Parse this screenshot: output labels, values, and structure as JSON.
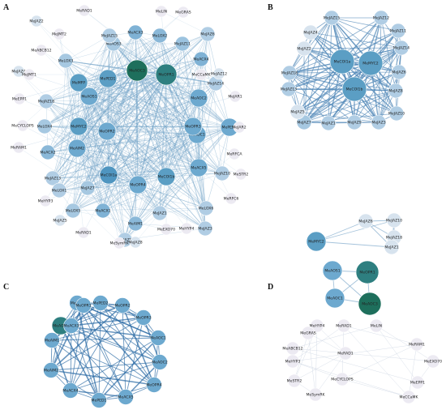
{
  "panels": [
    {
      "letter": "A",
      "nodes": [
        {
          "label": "MeAOC3",
          "color": "#1e6f5c",
          "tier": 3
        },
        {
          "label": "MeOPR1",
          "color": "#2e7f80",
          "tier": 3
        },
        {
          "label": "MePED1",
          "color": "#5b9ec4",
          "tier": 2
        },
        {
          "label": "MeMFP",
          "color": "#5b9ec4",
          "tier": 2
        },
        {
          "label": "MeAOS1",
          "color": "#6da9cf",
          "tier": 2
        },
        {
          "label": "MeMYC2",
          "color": "#5b9ec4",
          "tier": 2
        },
        {
          "label": "MeOPR2",
          "color": "#6da9cf",
          "tier": 2
        },
        {
          "label": "MeAIM2",
          "color": "#6da9cf",
          "tier": 2
        },
        {
          "label": "MeCOI1a",
          "color": "#4f95c0",
          "tier": 2
        },
        {
          "label": "MeOPR4",
          "color": "#6da9cf",
          "tier": 2
        },
        {
          "label": "MeCOI1b",
          "color": "#5b9ec4",
          "tier": 2
        },
        {
          "label": "MeACX5",
          "color": "#6da9cf",
          "tier": 2
        },
        {
          "label": "MeAOC1",
          "color": "#6da9cf",
          "tier": 2
        },
        {
          "label": "MeOPR3",
          "color": "#6da9cf",
          "tier": 2
        },
        {
          "label": "MePED2",
          "color": "#6da9cf",
          "tier": 2
        },
        {
          "label": "MeAOC2",
          "color": "#6da9cf",
          "tier": 2
        },
        {
          "label": "MeACX4",
          "color": "#7fb2d5",
          "tier": 1
        },
        {
          "label": "MeACX3",
          "color": "#7fb2d5",
          "tier": 1
        },
        {
          "label": "MeLOX2",
          "color": "#8ab8d8",
          "tier": 1
        },
        {
          "label": "MeJAZ11",
          "color": "#9cc3df",
          "tier": 1
        },
        {
          "label": "MeJAZ6",
          "color": "#b0cde4",
          "tier": 1
        },
        {
          "label": "MeAOS3",
          "color": "#a6c8e1",
          "tier": 1
        },
        {
          "label": "MeLOX3",
          "color": "#a6c8e1",
          "tier": 1
        },
        {
          "label": "MeJAZ15",
          "color": "#b0cde4",
          "tier": 1
        },
        {
          "label": "MeJAZ18",
          "color": "#b0cde4",
          "tier": 1
        },
        {
          "label": "MeLOX4",
          "color": "#a6c8e1",
          "tier": 1
        },
        {
          "label": "MeACX2",
          "color": "#8ab8d8",
          "tier": 1
        },
        {
          "label": "MeJAZ13",
          "color": "#b0cde4",
          "tier": 1
        },
        {
          "label": "MeLOX1",
          "color": "#b0cde4",
          "tier": 1
        },
        {
          "label": "MeJAZ7",
          "color": "#a6c8e1",
          "tier": 1
        },
        {
          "label": "MeACX1",
          "color": "#7fb2d5",
          "tier": 1
        },
        {
          "label": "MeAIM1",
          "color": "#8ab8d8",
          "tier": 1
        },
        {
          "label": "MeJAZ1",
          "color": "#b0cde4",
          "tier": 1
        },
        {
          "label": "MeLOX6",
          "color": "#b0cde4",
          "tier": 1
        },
        {
          "label": "MeJAZ3",
          "color": "#b0cde4",
          "tier": 1
        },
        {
          "label": "MeJAZ10",
          "color": "#b0cde4",
          "tier": 1
        },
        {
          "label": "MeJAZ9",
          "color": "#b0cde4",
          "tier": 1
        },
        {
          "label": "MeLOX5",
          "color": "#a6c8e1",
          "tier": 1
        },
        {
          "label": "MeJAZ14",
          "color": "#b0cde4",
          "tier": 1
        },
        {
          "label": "MeJAZ12",
          "color": "#d7e3ee",
          "tier": 0
        },
        {
          "label": "MeJAZ4",
          "color": "#d7e3ee",
          "tier": 0
        },
        {
          "label": "MeJAZ2",
          "color": "#d7e3ee",
          "tier": 0
        },
        {
          "label": "MeRAD1",
          "color": "#eceaf2",
          "tier": 0
        },
        {
          "label": "MeLIN",
          "color": "#eceaf2",
          "tier": 0
        },
        {
          "label": "MeGRAS",
          "color": "#eceaf2",
          "tier": 0
        },
        {
          "label": "MeJMT2",
          "color": "#eceaf2",
          "tier": 0
        },
        {
          "label": "MeABCB12",
          "color": "#eceaf2",
          "tier": 0
        },
        {
          "label": "MeJMT1",
          "color": "#eceaf2",
          "tier": 0
        },
        {
          "label": "MeCCaMK",
          "color": "#eceaf2",
          "tier": 0
        },
        {
          "label": "MeEPP1",
          "color": "#eceaf2",
          "tier": 0
        },
        {
          "label": "MeJAR1",
          "color": "#eceaf2",
          "tier": 0
        },
        {
          "label": "MeCYCLOPS",
          "color": "#eceaf2",
          "tier": 0
        },
        {
          "label": "MeJAR2",
          "color": "#eceaf2",
          "tier": 0
        },
        {
          "label": "MeRAM1",
          "color": "#eceaf2",
          "tier": 0
        },
        {
          "label": "MeRFCA",
          "color": "#eceaf2",
          "tier": 0
        },
        {
          "label": "MeSTR2",
          "color": "#eceaf2",
          "tier": 0
        },
        {
          "label": "MeHYP3",
          "color": "#eceaf2",
          "tier": 0
        },
        {
          "label": "MeRFC6",
          "color": "#eceaf2",
          "tier": 0
        },
        {
          "label": "MeJAZ5",
          "color": "#d7e3ee",
          "tier": 0
        },
        {
          "label": "MeRAD1",
          "color": "#eceaf2",
          "tier": 0
        },
        {
          "label": "MeSymRK",
          "color": "#eceaf2",
          "tier": 0
        },
        {
          "label": "MeJAZ8",
          "color": "#d7e3ee",
          "tier": 0
        },
        {
          "label": "MeEXO70",
          "color": "#eceaf2",
          "tier": 0
        },
        {
          "label": "MeHYP4",
          "color": "#eceaf2",
          "tier": 0
        }
      ]
    },
    {
      "letter": "B",
      "nodes": [
        {
          "label": "MeCOI1a",
          "color": "#5b9ec4",
          "tier": 2
        },
        {
          "label": "MeMYC2",
          "color": "#5b9ec4",
          "tier": 2
        },
        {
          "label": "MeCOI1b",
          "color": "#5b9ec4",
          "tier": 2
        },
        {
          "label": "MeJAZ8",
          "color": "#b0cde4",
          "tier": 1
        },
        {
          "label": "MeJAZ12",
          "color": "#b0cde4",
          "tier": 1
        },
        {
          "label": "MeJAZ11",
          "color": "#b0cde4",
          "tier": 1
        },
        {
          "label": "MeJAZ14",
          "color": "#b0cde4",
          "tier": 1
        },
        {
          "label": "MeJAZ6",
          "color": "#b0cde4",
          "tier": 1
        },
        {
          "label": "MeJAZ10",
          "color": "#b0cde4",
          "tier": 1
        },
        {
          "label": "MeJAZ3",
          "color": "#b0cde4",
          "tier": 1
        },
        {
          "label": "MeJAZ9",
          "color": "#b0cde4",
          "tier": 1
        },
        {
          "label": "MeJAZ1",
          "color": "#b0cde4",
          "tier": 1
        },
        {
          "label": "MeJAZ7",
          "color": "#a6c8e1",
          "tier": 1
        },
        {
          "label": "MeJAZ5",
          "color": "#d7e3ee",
          "tier": 1
        },
        {
          "label": "MeJAZ13",
          "color": "#b0cde4",
          "tier": 1
        },
        {
          "label": "MeJAZ18",
          "color": "#b0cde4",
          "tier": 1
        },
        {
          "label": "MeJAZ2",
          "color": "#d7e3ee",
          "tier": 1
        },
        {
          "label": "MeJAZ4",
          "color": "#d7e3ee",
          "tier": 1
        },
        {
          "label": "MeJAZ15",
          "color": "#b0cde4",
          "tier": 1
        }
      ]
    },
    {
      "letter": "",
      "nodes": [
        {
          "label": "MeJAZ6",
          "color": "#d7e3ee",
          "tier": 0
        },
        {
          "label": "MeJAZ10",
          "color": "#d7e3ee",
          "tier": 0
        },
        {
          "label": "MeMYC2",
          "color": "#5b9ec4",
          "tier": 2
        },
        {
          "label": "MeJAZ18",
          "color": "#d7e3ee",
          "tier": 0
        },
        {
          "label": "MeJAZ1",
          "color": "#d7e3ee",
          "tier": 0
        },
        {
          "label": "MeAOS1",
          "color": "#6da9cf",
          "tier": 2
        },
        {
          "label": "MeOPR1",
          "color": "#2e7f80",
          "tier": 3
        },
        {
          "label": "MeAOC1",
          "color": "#6da9cf",
          "tier": 2
        },
        {
          "label": "MeAOC3",
          "color": "#1e6f5c",
          "tier": 3
        }
      ]
    },
    {
      "letter": "C",
      "nodes": [
        {
          "label": "MeMFP",
          "color": "#6da9cf",
          "tier": 1
        },
        {
          "label": "MePED2",
          "color": "#6da9cf",
          "tier": 1
        },
        {
          "label": "MeOPR2",
          "color": "#6da9cf",
          "tier": 1
        },
        {
          "label": "MeOPR3",
          "color": "#6da9cf",
          "tier": 1
        },
        {
          "label": "MeAOC1",
          "color": "#6da9cf",
          "tier": 1
        },
        {
          "label": "MeAOC2",
          "color": "#6da9cf",
          "tier": 1
        },
        {
          "label": "MeOPR4",
          "color": "#6da9cf",
          "tier": 1
        },
        {
          "label": "MeACX5",
          "color": "#6da9cf",
          "tier": 1
        },
        {
          "label": "MePED1",
          "color": "#6da9cf",
          "tier": 1
        },
        {
          "label": "MeACX4",
          "color": "#6da9cf",
          "tier": 1
        },
        {
          "label": "MeAIM2",
          "color": "#6da9cf",
          "tier": 1
        },
        {
          "label": "MeAIM1",
          "color": "#6da9cf",
          "tier": 1
        },
        {
          "label": "MeAOC3",
          "color": "#2e7f80",
          "tier": 2
        },
        {
          "label": "MeACX3",
          "color": "#6da9cf",
          "tier": 1
        },
        {
          "label": "MeOPR1",
          "color": "#6da9cf",
          "tier": 1
        }
      ]
    },
    {
      "letter": "D",
      "nodes": [
        {
          "label": "MeHYP4",
          "color": "#eceaf2",
          "tier": 0
        },
        {
          "label": "MeRAD1",
          "color": "#eceaf2",
          "tier": 0
        },
        {
          "label": "MeLIN",
          "color": "#eceaf2",
          "tier": 0
        },
        {
          "label": "MeGRAS",
          "color": "#eceaf2",
          "tier": 0
        },
        {
          "label": "MeRAM1",
          "color": "#eceaf2",
          "tier": 0
        },
        {
          "label": "MeABCB12",
          "color": "#eceaf2",
          "tier": 0
        },
        {
          "label": "MeRAD1",
          "color": "#eceaf2",
          "tier": 0
        },
        {
          "label": "MeHYP3",
          "color": "#eceaf2",
          "tier": 0
        },
        {
          "label": "MeEXO70",
          "color": "#eceaf2",
          "tier": 0
        },
        {
          "label": "MeSTR2",
          "color": "#eceaf2",
          "tier": 0
        },
        {
          "label": "MeCYCLOPS",
          "color": "#eceaf2",
          "tier": 0
        },
        {
          "label": "MeEPP1",
          "color": "#eceaf2",
          "tier": 0
        },
        {
          "label": "MeSymRK",
          "color": "#eceaf2",
          "tier": 0
        },
        {
          "label": "MeCCaMK",
          "color": "#eceaf2",
          "tier": 0
        }
      ]
    }
  ]
}
